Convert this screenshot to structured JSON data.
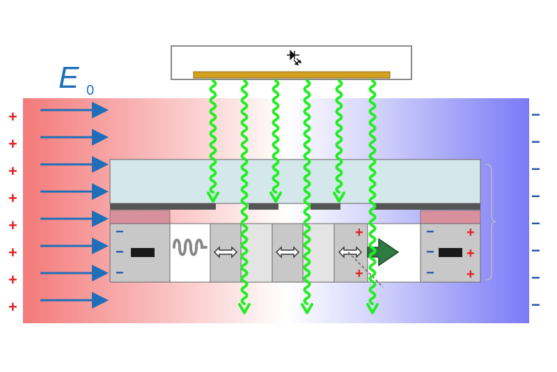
{
  "field_label": {
    "symbol": "E",
    "subscript": "0"
  },
  "left_electrode": {
    "sign": "+",
    "count": 8
  },
  "right_electrode": {
    "sign": "−",
    "count": 8
  },
  "field_arrow_count": 8,
  "light_source": {
    "icon": "led-icon"
  },
  "light_rays": {
    "count": 6
  },
  "device": {
    "left_contact": {
      "sign_left": "−",
      "icon": "negative-charge-block"
    },
    "right_contact": {
      "sign_left": "−",
      "sign_right": "+",
      "icon": "negative-charge-block"
    },
    "middle_junction": {
      "sign": "+",
      "icon": "drift-arrow-icon"
    }
  },
  "colors": {
    "positive_side": "#f47a7a",
    "negative_side": "#7a7af8",
    "field_arrow": "#1f6fb8",
    "light_ray": "#22ee22",
    "top_layer": "#d4e8ec",
    "contact_pad": "#d98f9c",
    "plus_sign": "#e02020",
    "minus_sign": "#1f4fa0",
    "gold_strip": "#d4a020",
    "drift_arrow": "#2e7a42"
  }
}
